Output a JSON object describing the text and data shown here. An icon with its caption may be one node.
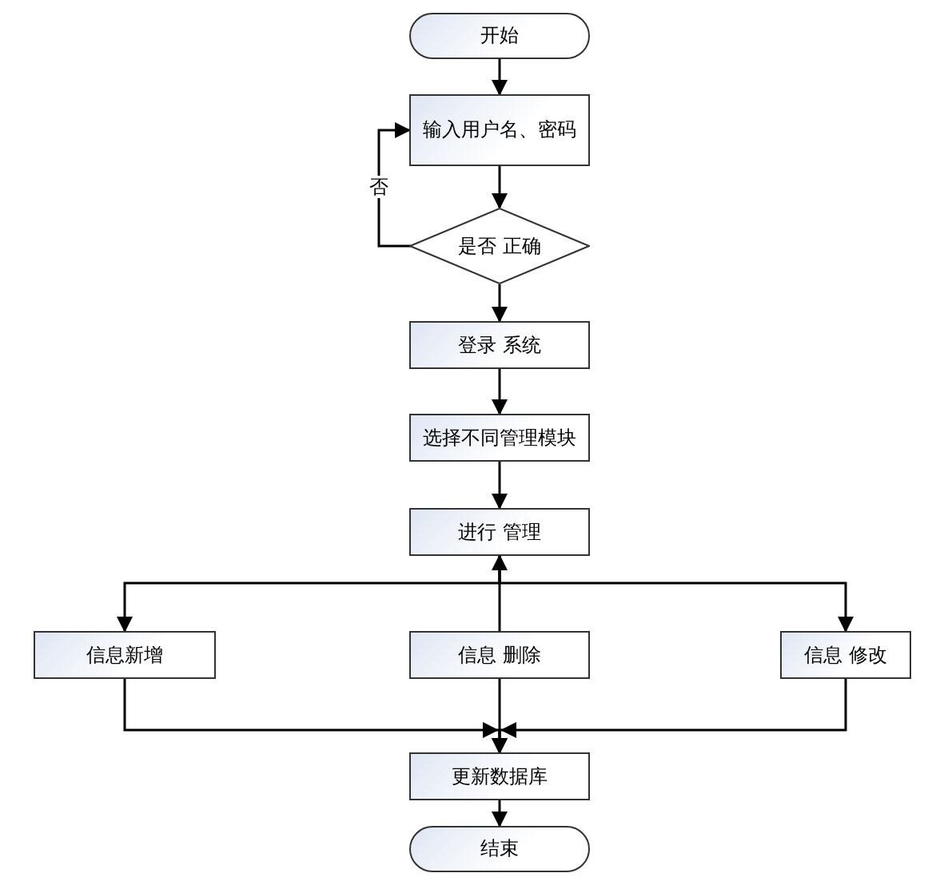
{
  "diagram": {
    "nodes": [
      {
        "text": [
          "开始"
        ]
      },
      {
        "text": [
          "输入用户名、密码"
        ]
      },
      {
        "text": [
          "是否 正确"
        ]
      },
      {
        "text": [
          "登录 系统"
        ]
      },
      {
        "text": [
          "选择不同管理模块"
        ]
      },
      {
        "text": [
          "进行 管理"
        ]
      },
      {
        "text": [
          "信息新增"
        ]
      },
      {
        "text": [
          "信息 删除"
        ]
      },
      {
        "text": [
          "信息 修改"
        ]
      },
      {
        "text": [
          "更新数据库"
        ]
      },
      {
        "text": [
          "结束"
        ]
      }
    ],
    "edges": [
      {
        "from": 0,
        "to": 1,
        "arrow": "to"
      },
      {
        "from": 1,
        "to": 2,
        "arrow": "to"
      },
      {
        "from": 2,
        "to": 1,
        "label": "否",
        "arrow": "to"
      },
      {
        "from": 2,
        "to": 3,
        "arrow": "to"
      },
      {
        "from": 3,
        "to": 4,
        "arrow": "to"
      },
      {
        "from": 4,
        "to": 5,
        "arrow": "to"
      },
      {
        "from": 7,
        "to": 5,
        "arrow": "to"
      },
      {
        "from": 5,
        "to": 6,
        "arrow": "to"
      },
      {
        "from": 5,
        "to": 8,
        "arrow": "to"
      },
      {
        "from": 6,
        "to": 9,
        "arrow": "to"
      },
      {
        "from": 7,
        "to": 9,
        "arrow": "to"
      },
      {
        "from": 8,
        "to": 9,
        "arrow": "to"
      },
      {
        "from": 9,
        "to": 10,
        "arrow": "to"
      }
    ]
  }
}
